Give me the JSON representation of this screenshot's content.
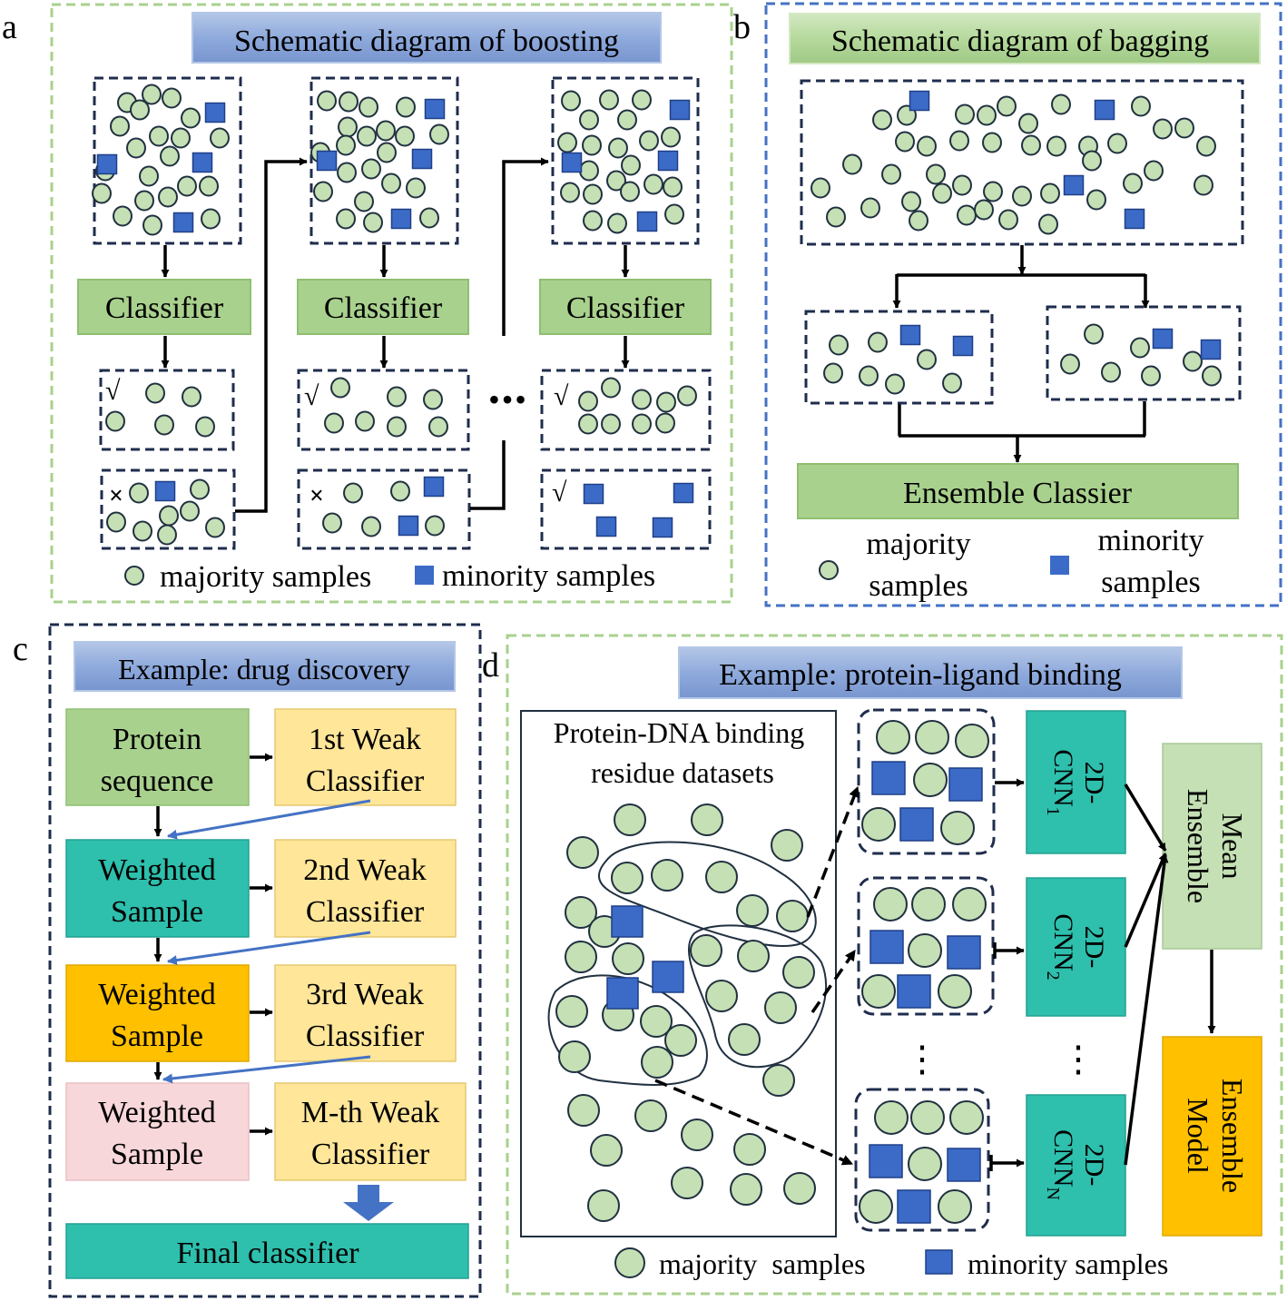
{
  "colors": {
    "panel_green_dash": "#a9d18e",
    "panel_blue_dash": "#4472c4",
    "panel_navy_dash": "#1f2d4d",
    "majority_fill": "#c5e0b4",
    "majority_stroke": "#203040",
    "minority_fill": "#3b6bc7",
    "minority_stroke": "#1f3f87",
    "classifier_green": "#a9d18e",
    "teal": "#2ebfad",
    "yellow_light": "#ffe699",
    "orange": "#ffc000",
    "pink": "#f8d7da",
    "title_blue": "#8faadc",
    "title_green": "#b5d99c",
    "green_light": "#c5e0b4",
    "arrow_blue": "#4472c4"
  },
  "panel_a": {
    "letter": "a",
    "title": "Schematic diagram of boosting",
    "classifier_label": "Classifier",
    "check_mark": "√",
    "cross_mark": "×",
    "ellipsis": "•••",
    "legend_majority": "majority samples",
    "legend_minority": "minority samples"
  },
  "panel_b": {
    "letter": "b",
    "title": "Schematic diagram of  bagging",
    "ensemble_label": "Ensemble Classier",
    "legend_majority_line1": "majority",
    "legend_majority_line2": "samples",
    "legend_minority_line1": "minority",
    "legend_minority_line2": "samples"
  },
  "panel_c": {
    "letter": "c",
    "title": "Example: drug discovery",
    "protein_line1": "Protein",
    "protein_line2": "sequence",
    "weighted_line1": "Weighted",
    "weighted_line2": "Sample",
    "weak1_line1": "1st Weak",
    "weak2_line1": "2nd Weak",
    "weak3_line1": "3rd Weak",
    "weakm_line1": "M-th Weak",
    "weak_line2": "Classifier",
    "final_label": "Final classifier"
  },
  "panel_d": {
    "letter": "d",
    "title": "Example: protein-ligand binding",
    "dataset_line1": "Protein-DNA binding",
    "dataset_line2": "residue datasets",
    "cnn_prefix": "2D-",
    "cnn_base": "CNN",
    "cnn_sub1": "1",
    "cnn_sub2": "2",
    "cnn_subN": "N",
    "mean_line1": "Mean",
    "mean_line2": "Ensemble",
    "model_line1": "Ensemble",
    "model_line2": "Model",
    "dots": "⋮",
    "legend_majority": "majority  samples",
    "legend_minority": "minority samples"
  }
}
